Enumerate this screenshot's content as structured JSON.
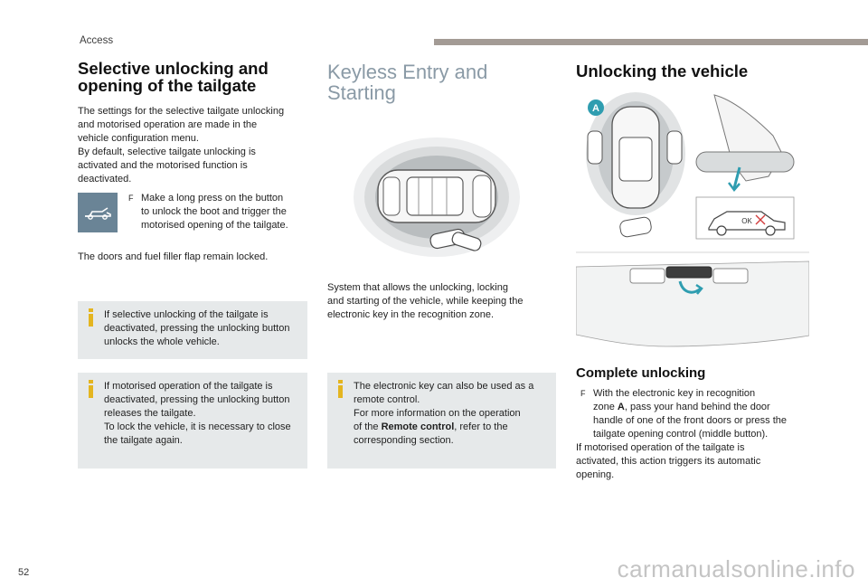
{
  "header": {
    "section": "Access"
  },
  "page_number": "52",
  "watermark": "carmanualsonline.info",
  "left": {
    "title_line1": "Selective unlocking and",
    "title_line2": "opening of the tailgate",
    "intro": [
      "The settings for the selective tailgate unlocking",
      "and motorised operation are made in the",
      "vehicle configuration menu.",
      "By default, selective tailgate unlocking is",
      "activated and the motorised function is",
      "deactivated."
    ],
    "bullet_arrow": "F",
    "bullet_lines": [
      "Make a long press on the button",
      "to unlock the boot and trigger the",
      "motorised opening of the tailgate."
    ],
    "doors_text": "The doors and fuel filler flap remain locked.",
    "info1_lines": [
      "If selective unlocking of the tailgate is",
      "deactivated, pressing the unlocking button",
      "unlocks the whole vehicle."
    ],
    "info2_lines": [
      "If motorised operation of the tailgate is",
      "deactivated, pressing the unlocking button",
      "releases the tailgate.",
      "To lock the vehicle, it is necessary to close",
      "the tailgate again."
    ]
  },
  "middle": {
    "title_line1": "Keyless Entry and",
    "title_line2": "Starting",
    "desc_lines": [
      "System that allows the unlocking, locking",
      "and starting of the vehicle, while keeping the",
      "electronic key in the recognition zone."
    ],
    "info_line1": "The electronic key can also be used as a",
    "info_line2": "remote control.",
    "info_line3": "For more information on the operation",
    "info_line4_pre": "of the ",
    "info_line4_bold": "Remote control",
    "info_line4_post": ", refer to the",
    "info_line5": "corresponding section."
  },
  "right": {
    "title": "Unlocking the vehicle",
    "zone_label": "A",
    "ok_label": "OK",
    "subtitle": "Complete unlocking",
    "bullet_arrow": "F",
    "bullet_line1_pre": "With the electronic key in recognition",
    "bullet_line2_pre": "zone ",
    "bullet_line2_bold": "A",
    "bullet_line2_post": ", pass your hand behind the door",
    "bullet_line3": "handle of one of the front doors or press the",
    "bullet_line4": "tailgate opening control (middle button).",
    "after_lines": [
      "If motorised operation of the tailgate is",
      "activated, this action triggers its automatic",
      "opening."
    ]
  },
  "colors": {
    "accent_blue_grey": "#6a8496",
    "info_yellow": "#e4b520",
    "info_box_bg": "#e6e9ea",
    "header_bar": "#a39b95",
    "badge_teal": "#2f9db0"
  }
}
